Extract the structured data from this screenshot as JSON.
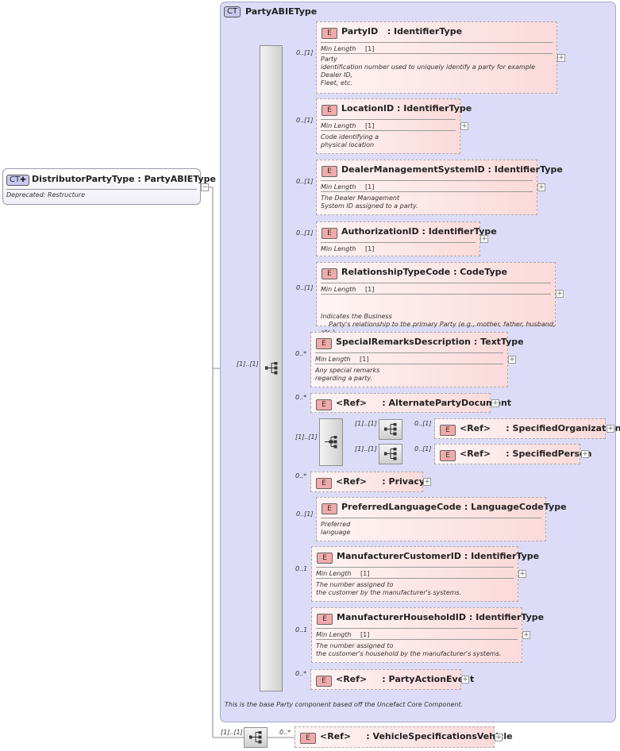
{
  "complex_type": {
    "badge": "CT",
    "name": "PartyABIEType",
    "documentation": "This is the base Party component based off the Uncefact Core Component."
  },
  "root": {
    "badge": "CT",
    "name": "DistributorPartyType",
    "type": "PartyABIEType",
    "documentation": "Deprecated: Restructure"
  },
  "facet_name": "Min Length",
  "elements": [
    {
      "name": "PartyID",
      "type": "IdentifierType",
      "cardinality": "0..[1]",
      "min_length": "[1]",
      "doc": [
        "Party",
        "identification number used to uniquely identify a party for example Dealer ID,",
        "Fleet, etc."
      ]
    },
    {
      "name": "LocationID",
      "type": "IdentifierType",
      "cardinality": "0..[1]",
      "min_length": "[1]",
      "doc": [
        "Code identifying a",
        "physical location"
      ]
    },
    {
      "name": "DealerManagementSystemID",
      "type": "IdentifierType",
      "cardinality": "0..[1]",
      "min_length": "[1]",
      "doc": [
        "The Dealer Management",
        "System ID assigned to a party."
      ]
    },
    {
      "name": "AuthorizationID",
      "type": "IdentifierType",
      "cardinality": "0..[1]",
      "min_length": "[1]",
      "doc": []
    },
    {
      "name": "RelationshipTypeCode",
      "type": "CodeType",
      "cardinality": "0..[1]",
      "min_length": "[1]",
      "doc": [
        "Indicates the Business",
        "    Party's relationship to the primary Party (e.g., mother, father, husband,",
        "etc.)."
      ]
    },
    {
      "name": "SpecialRemarksDescription",
      "type": "TextType",
      "cardinality": "0..*",
      "min_length": "[1]",
      "doc": [
        "Any special remarks",
        "regarding a party."
      ]
    },
    {
      "name": "<Ref>",
      "type": "AlternatePartyDocument",
      "cardinality": "0..*"
    },
    {
      "name": "<Ref>",
      "type": "Privacy",
      "cardinality": "0..*"
    },
    {
      "name": "PreferredLanguageCode",
      "type": "LanguageCodeType",
      "cardinality": "0..[1]",
      "doc": [
        "Preferred",
        "language"
      ]
    },
    {
      "name": "ManufacturerCustomerID",
      "type": "IdentifierType",
      "cardinality": "0..1",
      "min_length": "[1]",
      "doc": [
        "The number assigned to",
        "the customer by the manufacturer's systems."
      ]
    },
    {
      "name": "ManufacturerHouseholdID",
      "type": "IdentifierType",
      "cardinality": "0..1",
      "min_length": "[1]",
      "doc": [
        "The number assigned to",
        "the customer's household by the manufacturer's systems."
      ]
    },
    {
      "name": "<Ref>",
      "type": "PartyActionEvent",
      "cardinality": "0..*"
    }
  ],
  "choice": {
    "cardinality": "[1]..[1]",
    "branches": [
      {
        "seq_cardinality": "[1]..[1]",
        "name": "<Ref>",
        "type": "SpecifiedOrganization",
        "cardinality": "0..[1]"
      },
      {
        "seq_cardinality": "[1]..[1]",
        "name": "<Ref>",
        "type": "SpecifiedPerson",
        "cardinality": "0..[1]"
      }
    ]
  },
  "main_sequence_cardinality": "[1]..[1]",
  "bottom": {
    "seq_cardinality": "[1]..[1]",
    "name": "<Ref>",
    "type": "VehicleSpecificationsVehicle",
    "cardinality": "0..*"
  }
}
